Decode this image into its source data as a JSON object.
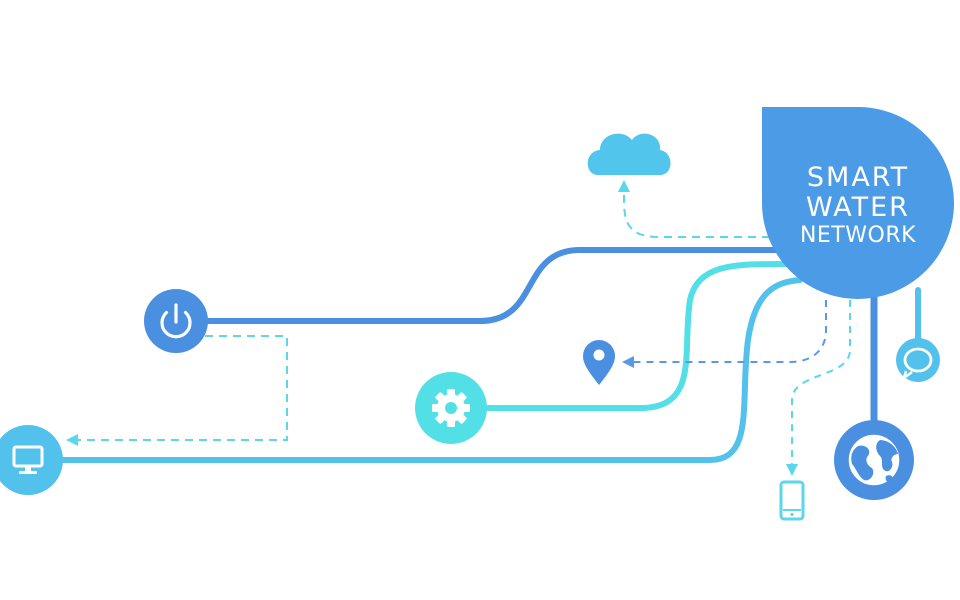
{
  "diagram": {
    "title_lines": [
      "SMART",
      "WATER",
      "NETWORK"
    ]
  },
  "colors": {
    "drop": "#4b9be6",
    "line_blue": "#4a8fe0",
    "line_cyan": "#52e0e6",
    "line_sky": "#52c2ec",
    "cloud": "#52c5ec",
    "dash": "#5cd6ea",
    "dash_blue": "#5a98e4",
    "icon_white": "#ffffff"
  },
  "icons": [
    "power-icon",
    "gear-icon",
    "monitor-icon",
    "cloud-icon",
    "location-pin-icon",
    "smartphone-icon",
    "chat-bubble-icon",
    "globe-icon"
  ]
}
